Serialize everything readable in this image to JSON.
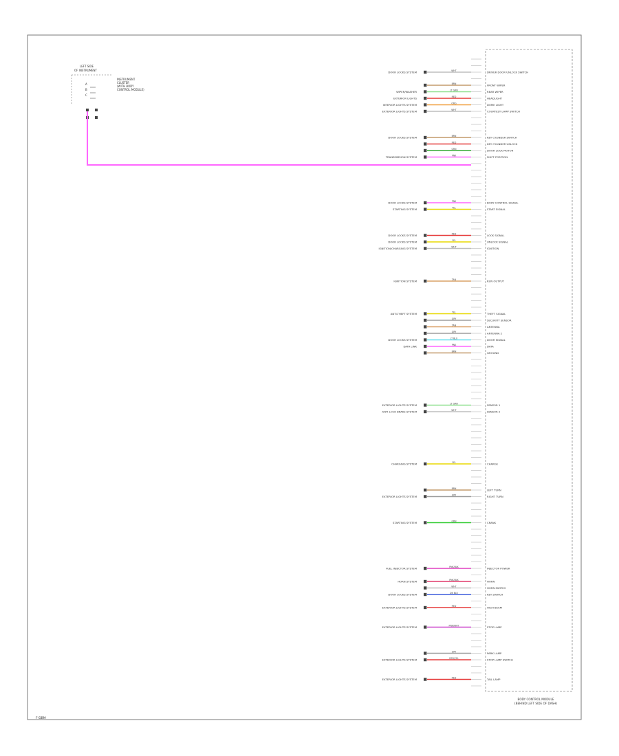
{
  "diagram": {
    "page_label": "F-DBM",
    "module_label": [
      "BODY CONTROL MODULE",
      "(BEHIND LEFT SIDE OF DASH)"
    ],
    "left_component_header": [
      "LEFT SIDE",
      "OF INSTRUMENT"
    ],
    "left_component_notes": [
      "INSTRUMENT",
      "CLUSTER",
      "(WITH BODY",
      "CONTROL MODULE)"
    ],
    "left_component_pins": [
      "A",
      "B",
      "C"
    ],
    "pins": [
      {
        "wire": "",
        "color": null,
        "dest": "",
        "fn": ""
      },
      {
        "wire": "",
        "color": null,
        "dest": "",
        "fn": ""
      },
      {
        "wire": "WHT",
        "color": "#bdbdbd",
        "dest": "DOOR LOCKS SYSTEM",
        "fn": "DRIVER DOOR UNLOCK SWITCH"
      },
      {
        "wire": "",
        "color": null,
        "dest": "",
        "fn": ""
      },
      {
        "wire": "BRN",
        "color": "#c49a6c",
        "dest": "",
        "fn": "FRONT WIPER"
      },
      {
        "wire": "LT GRN",
        "color": "#8fe08f",
        "dest": "WIPER/WASHER",
        "fn": "REAR WIPER"
      },
      {
        "wire": "RED",
        "color": "#e63b3b",
        "dest": "EXTERIOR LIGHTS",
        "fn": "HEADLIGHT"
      },
      {
        "wire": "ORG",
        "color": "#f0a040",
        "dest": "INTERIOR LIGHTS SYSTEM",
        "fn": "DOME LIGHT"
      },
      {
        "wire": "WHT",
        "color": "#bdbdbd",
        "dest": "EXTERIOR LIGHTS SYSTEM",
        "fn": "COURTESY LAMP SWITCH"
      },
      {
        "wire": "",
        "color": null,
        "dest": "",
        "fn": ""
      },
      {
        "wire": "",
        "color": null,
        "dest": "",
        "fn": ""
      },
      {
        "wire": "",
        "color": null,
        "dest": "",
        "fn": ""
      },
      {
        "wire": "BRN",
        "color": "#c49a6c",
        "dest": "DOOR LOCKS SYSTEM",
        "fn": "KEY CYLINDER SWITCH"
      },
      {
        "wire": "RED",
        "color": "#e63b3b",
        "dest": "",
        "fn": "KEY CYLINDER UNLOCK"
      },
      {
        "wire": "GRN",
        "color": "#33aa33",
        "dest": "",
        "fn": "DOOR LOCK MOTOR"
      },
      {
        "wire": "PNK",
        "color": "#ff66ff",
        "dest": "TRANSMISSION SYSTEM",
        "fn": "SHIFT POSITION"
      },
      {
        "wire": "",
        "color": null,
        "dest": "",
        "fn": ""
      },
      {
        "wire": "",
        "color": null,
        "dest": "",
        "fn": ""
      },
      {
        "wire": "",
        "color": null,
        "dest": "",
        "fn": ""
      },
      {
        "wire": "",
        "color": null,
        "dest": "",
        "fn": ""
      },
      {
        "wire": "",
        "color": null,
        "dest": "",
        "fn": ""
      },
      {
        "wire": "",
        "color": null,
        "dest": "",
        "fn": ""
      },
      {
        "wire": "PNK",
        "color": "#ff66ff",
        "dest": "DOOR LOCKS SYSTEM",
        "fn": "BODY CONTROL SIGNAL"
      },
      {
        "wire": "YEL",
        "color": "#e8d800",
        "dest": "STARTING SYSTEM",
        "fn": "START SIGNAL"
      },
      {
        "wire": "",
        "color": null,
        "dest": "",
        "fn": ""
      },
      {
        "wire": "",
        "color": null,
        "dest": "",
        "fn": ""
      },
      {
        "wire": "",
        "color": null,
        "dest": "",
        "fn": ""
      },
      {
        "wire": "RED",
        "color": "#e63b3b",
        "dest": "DOOR LOCKS SYSTEM",
        "fn": "LOCK SIGNAL"
      },
      {
        "wire": "YEL",
        "color": "#e8d800",
        "dest": "DOOR LOCKS SYSTEM",
        "fn": "UNLOCK SIGNAL"
      },
      {
        "wire": "WHT",
        "color": "#bdbdbd",
        "dest": "IGNITION/CHARGING SYSTEM",
        "fn": "IGNITION"
      },
      {
        "wire": "",
        "color": null,
        "dest": "",
        "fn": ""
      },
      {
        "wire": "",
        "color": null,
        "dest": "",
        "fn": ""
      },
      {
        "wire": "",
        "color": null,
        "dest": "",
        "fn": ""
      },
      {
        "wire": "",
        "color": null,
        "dest": "",
        "fn": ""
      },
      {
        "wire": "TAN",
        "color": "#d9a066",
        "dest": "IGNITION SYSTEM",
        "fn": "RUN OUTPUT"
      },
      {
        "wire": "",
        "color": null,
        "dest": "",
        "fn": ""
      },
      {
        "wire": "",
        "color": null,
        "dest": "",
        "fn": ""
      },
      {
        "wire": "",
        "color": null,
        "dest": "",
        "fn": ""
      },
      {
        "wire": "",
        "color": null,
        "dest": "",
        "fn": ""
      },
      {
        "wire": "YEL",
        "color": "#e8d800",
        "dest": "ANTI-THEFT SYSTEM",
        "fn": "THEFT SIGNAL"
      },
      {
        "wire": "GRY",
        "color": "#9e9e9e",
        "dest": "",
        "fn": "SECURITY SENSOR"
      },
      {
        "wire": "TAN",
        "color": "#d9a066",
        "dest": "",
        "fn": "ANTENNA"
      },
      {
        "wire": "GRY",
        "color": "#9e9e9e",
        "dest": "",
        "fn": "ANTENNA 2"
      },
      {
        "wire": "LT BLU",
        "color": "#66e0f0",
        "dest": "DOOR LOCKS SYSTEM",
        "fn": "DOOR SIGNAL"
      },
      {
        "wire": "PNK",
        "color": "#ff66ff",
        "dest": "DATA LINK",
        "fn": "DATA"
      },
      {
        "wire": "BRN",
        "color": "#c49a6c",
        "dest": "",
        "fn": "GROUND"
      },
      {
        "wire": "",
        "color": null,
        "dest": "",
        "fn": ""
      },
      {
        "wire": "",
        "color": null,
        "dest": "",
        "fn": ""
      },
      {
        "wire": "",
        "color": null,
        "dest": "",
        "fn": ""
      },
      {
        "wire": "",
        "color": null,
        "dest": "",
        "fn": ""
      },
      {
        "wire": "",
        "color": null,
        "dest": "",
        "fn": ""
      },
      {
        "wire": "",
        "color": null,
        "dest": "",
        "fn": ""
      },
      {
        "wire": "",
        "color": null,
        "dest": "",
        "fn": ""
      },
      {
        "wire": "LT GRN",
        "color": "#8fe08f",
        "dest": "EXTERIOR LIGHTS SYSTEM",
        "fn": "SENSOR 1"
      },
      {
        "wire": "WHT",
        "color": "#bdbdbd",
        "dest": "ANTI-LOCK BRAKE SYSTEM",
        "fn": "SENSOR 2"
      },
      {
        "wire": "",
        "color": null,
        "dest": "",
        "fn": ""
      },
      {
        "wire": "",
        "color": null,
        "dest": "",
        "fn": ""
      },
      {
        "wire": "",
        "color": null,
        "dest": "",
        "fn": ""
      },
      {
        "wire": "",
        "color": null,
        "dest": "",
        "fn": ""
      },
      {
        "wire": "",
        "color": null,
        "dest": "",
        "fn": ""
      },
      {
        "wire": "",
        "color": null,
        "dest": "",
        "fn": ""
      },
      {
        "wire": "",
        "color": null,
        "dest": "",
        "fn": ""
      },
      {
        "wire": "YEL",
        "color": "#e8d800",
        "dest": "CHARGING SYSTEM",
        "fn": "CHARGE"
      },
      {
        "wire": "",
        "color": null,
        "dest": "",
        "fn": ""
      },
      {
        "wire": "",
        "color": null,
        "dest": "",
        "fn": ""
      },
      {
        "wire": "",
        "color": null,
        "dest": "",
        "fn": ""
      },
      {
        "wire": "BRN",
        "color": "#c49a6c",
        "dest": "",
        "fn": "LEFT TURN"
      },
      {
        "wire": "GRY",
        "color": "#9e9e9e",
        "dest": "EXTERIOR LIGHTS SYSTEM",
        "fn": "RIGHT TURN"
      },
      {
        "wire": "",
        "color": null,
        "dest": "",
        "fn": ""
      },
      {
        "wire": "",
        "color": null,
        "dest": "",
        "fn": ""
      },
      {
        "wire": "",
        "color": null,
        "dest": "",
        "fn": ""
      },
      {
        "wire": "GRN",
        "color": "#33cc33",
        "dest": "STARTING SYSTEM",
        "fn": "CRANK"
      },
      {
        "wire": "",
        "color": null,
        "dest": "",
        "fn": ""
      },
      {
        "wire": "",
        "color": null,
        "dest": "",
        "fn": ""
      },
      {
        "wire": "",
        "color": null,
        "dest": "",
        "fn": ""
      },
      {
        "wire": "",
        "color": null,
        "dest": "",
        "fn": ""
      },
      {
        "wire": "",
        "color": null,
        "dest": "",
        "fn": ""
      },
      {
        "wire": "",
        "color": null,
        "dest": "",
        "fn": ""
      },
      {
        "wire": "PNK/BLK",
        "color": "#e040c0",
        "dest": "FUEL INJECTOR SYSTEM",
        "fn": "INJECTOR POWER"
      },
      {
        "wire": "",
        "color": null,
        "dest": "",
        "fn": ""
      },
      {
        "wire": "PNK/BLK",
        "color": "#e03a6a",
        "dest": "HORN SYSTEM",
        "fn": "HORN"
      },
      {
        "wire": "WHT",
        "color": "#bdbdbd",
        "dest": "",
        "fn": "HORN SWITCH"
      },
      {
        "wire": "DK BLU",
        "color": "#3b5bdb",
        "dest": "DOOR LOCKS SYSTEM",
        "fn": "KEY SWITCH"
      },
      {
        "wire": "",
        "color": null,
        "dest": "",
        "fn": ""
      },
      {
        "wire": "RED",
        "color": "#e63b3b",
        "dest": "EXTERIOR LIGHTS SYSTEM",
        "fn": "HIGH BEAM"
      },
      {
        "wire": "",
        "color": null,
        "dest": "",
        "fn": ""
      },
      {
        "wire": "",
        "color": null,
        "dest": "",
        "fn": ""
      },
      {
        "wire": "PNK/WHT",
        "color": "#cc44cc",
        "dest": "EXTERIOR LIGHTS SYSTEM",
        "fn": "STOP LAMP"
      },
      {
        "wire": "",
        "color": null,
        "dest": "",
        "fn": ""
      },
      {
        "wire": "",
        "color": null,
        "dest": "",
        "fn": ""
      },
      {
        "wire": "",
        "color": null,
        "dest": "",
        "fn": ""
      },
      {
        "wire": "GRY",
        "color": "#9e9e9e",
        "dest": "",
        "fn": "PARK LAMP"
      },
      {
        "wire": "RED/YEL",
        "color": "#e63b3b",
        "dest": "EXTERIOR LIGHTS SYSTEM",
        "fn": "STOP LAMP SWITCH"
      },
      {
        "wire": "",
        "color": null,
        "dest": "",
        "fn": ""
      },
      {
        "wire": "",
        "color": null,
        "dest": "",
        "fn": ""
      },
      {
        "wire": "RED",
        "color": "#e63b3b",
        "dest": "EXTERIOR LIGHTS SYSTEM",
        "fn": "TAIL LAMP"
      },
      {
        "wire": "",
        "color": null,
        "dest": "",
        "fn": ""
      }
    ]
  }
}
